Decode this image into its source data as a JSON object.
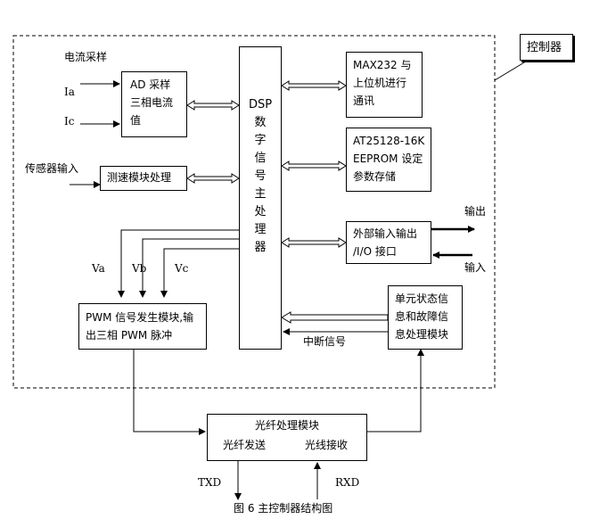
{
  "controller_label": "控制器",
  "current_sampling_label": "电流采样",
  "ia": "Ia",
  "ic": "Ic",
  "ad_block": [
    "AD  采样",
    "三相电流",
    "值"
  ],
  "sensor_input": "传感器输入",
  "speed_block": "测速模块处理",
  "dsp_chars": [
    "DSP",
    "数",
    "字",
    "信",
    "号",
    "主",
    "处",
    "理",
    "器"
  ],
  "max232_block": [
    "MAX232 与",
    "上位机进行",
    "通讯"
  ],
  "eeprom_block": [
    "AT25128-16K",
    "EEPROM 设定",
    "参数存储"
  ],
  "io_block": [
    "外部输入输出",
    "/I/O 接口"
  ],
  "output_label": "输出",
  "input_label": "输入",
  "va": "Va",
  "vb": "Vb",
  "vc": "Vc",
  "pwm_block": [
    "PWM  信号发生模块,输",
    "出三相 PWM 脉冲"
  ],
  "unit_block": [
    "单元状态信",
    "息和故障信",
    "息处理模块"
  ],
  "interrupt_label": "中断信号",
  "fiber_block": {
    "title": "光纤处理模块",
    "send": "光纤发送",
    "recv": "光线接收"
  },
  "txd": "TXD",
  "rxd": "RXD",
  "caption": "图 6  主控制器结构图"
}
